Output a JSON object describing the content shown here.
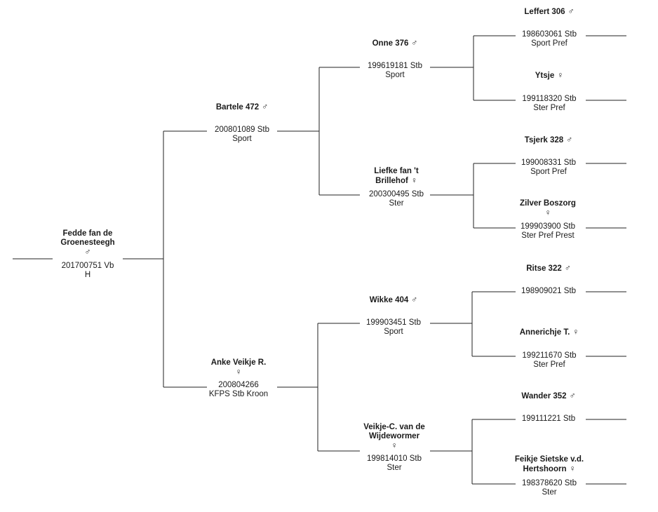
{
  "horses": {
    "subject": {
      "name": "Fedde fan de Groenesteegh",
      "sex": "♂",
      "reg": "201700751 Vb",
      "pred": "H"
    },
    "sire": {
      "name": "Bartele 472",
      "sex": "♂",
      "reg": "200801089 Stb",
      "pred": "Sport"
    },
    "dam": {
      "name": "Anke Veikje R.",
      "sex": "♀",
      "reg": "200804266",
      "pred": "KFPS Stb Kroon"
    },
    "ss": {
      "name": "Onne 376",
      "sex": "♂",
      "reg": "199619181 Stb",
      "pred": "Sport"
    },
    "sd": {
      "name": "Liefke fan 't Brillehof",
      "sex": "♀",
      "reg": "200300495 Stb",
      "pred": "Ster"
    },
    "ds": {
      "name": "Wikke 404",
      "sex": "♂",
      "reg": "199903451 Stb",
      "pred": "Sport"
    },
    "dd": {
      "name": "Veikje-C. van de Wijdewormer",
      "sex": "♀",
      "reg": "199814010 Stb",
      "pred": "Ster"
    },
    "sss": {
      "name": "Leffert 306",
      "sex": "♂",
      "reg": "198603061 Stb",
      "pred": "Sport Pref"
    },
    "ssd": {
      "name": "Ytsje",
      "sex": "♀",
      "reg": "199118320 Stb",
      "pred": "Ster Pref"
    },
    "sds": {
      "name": "Tsjerk 328",
      "sex": "♂",
      "reg": "199008331 Stb",
      "pred": "Sport Pref"
    },
    "sdd": {
      "name": "Zilver Boszorg",
      "sex": "♀",
      "reg": "199903900 Stb",
      "pred": "Ster Pref Prest"
    },
    "dss": {
      "name": "Ritse 322",
      "sex": "♂",
      "reg": "198909021 Stb",
      "pred": ""
    },
    "dsd": {
      "name": "Annerichje T.",
      "sex": "♀",
      "reg": "199211670 Stb",
      "pred": "Ster Pref"
    },
    "dds": {
      "name": "Wander 352",
      "sex": "♂",
      "reg": "199111221 Stb",
      "pred": ""
    },
    "ddd": {
      "name": "Feikje Sietske v.d. Hertshoorn",
      "sex": "♀",
      "reg": "198378620 Stb",
      "pred": "Ster"
    }
  }
}
